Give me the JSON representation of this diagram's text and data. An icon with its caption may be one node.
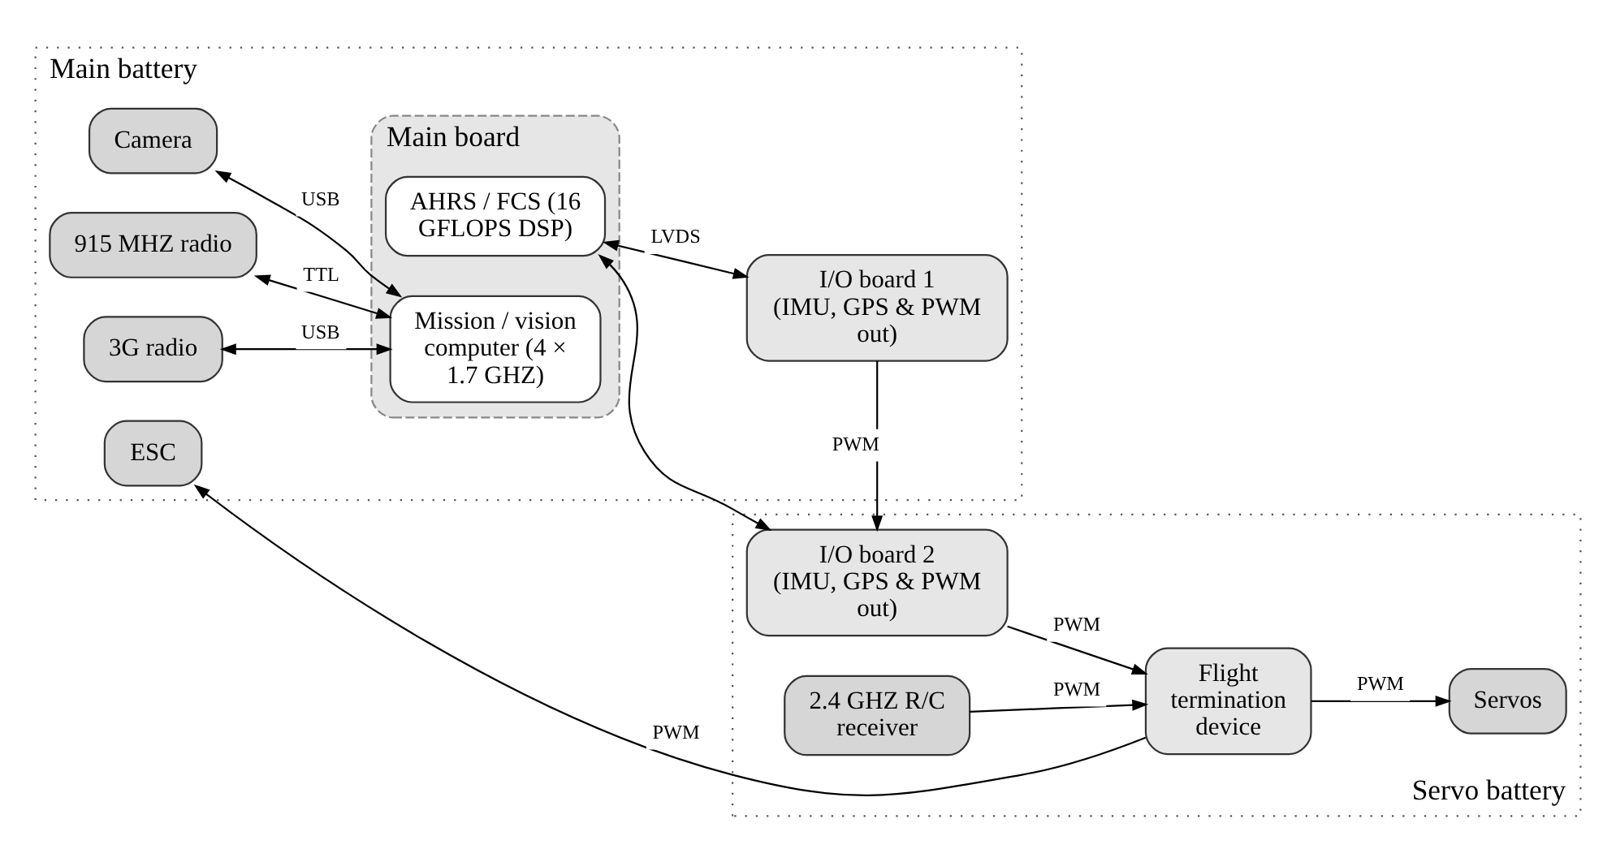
{
  "diagram": {
    "nodes": [
      {
        "text": [
          "Main battery"
        ]
      },
      {
        "text": [
          "Main board"
        ],
        "in": 0
      },
      {
        "text": [
          "AHRS / FCS (16 GFLOPS DSP)"
        ],
        "in": 1
      },
      {
        "text": [
          "Mission / vision computer (4 × 1.7 GHZ)"
        ],
        "in": 1
      },
      {
        "text": [
          "Camera"
        ],
        "in": 0
      },
      {
        "text": [
          "915 MHZ radio"
        ],
        "in": 0
      },
      {
        "text": [
          "3G radio"
        ],
        "in": 0
      },
      {
        "text": [
          "I/O board 1 (IMU, GPS & PWM out)"
        ],
        "in": 0
      },
      {
        "text": [
          "ESC"
        ],
        "in": 0
      },
      {
        "text": [
          "Servo battery"
        ]
      },
      {
        "text": [
          "I/O board 2 (IMU, GPS & PWM out)"
        ],
        "in": 9
      },
      {
        "text": [
          "Servos"
        ],
        "in": 9
      },
      {
        "text": [
          "Flight termination device"
        ],
        "in": 9
      },
      {
        "text": [
          "2.4 GHZ R/C receiver"
        ],
        "in": 9
      }
    ],
    "edges": [
      {
        "from": 2,
        "to": 7,
        "arrow": "both",
        "label": "LVDS"
      },
      {
        "from": 2,
        "to": 10,
        "arrow": "both"
      },
      {
        "from": 4,
        "to": 3,
        "arrow": "both",
        "label": "USB"
      },
      {
        "from": 5,
        "to": 3,
        "arrow": "both",
        "label": "TTL"
      },
      {
        "from": 6,
        "to": 3,
        "arrow": "both",
        "label": "USB"
      },
      {
        "from": 7,
        "to": 10,
        "arrow": "to",
        "label": "PWM"
      },
      {
        "from": 10,
        "to": 12,
        "arrow": "to",
        "label": "PWM"
      },
      {
        "from": 12,
        "to": 11,
        "arrow": "to",
        "label": "PWM"
      },
      {
        "from": 12,
        "to": 8,
        "arrow": "to",
        "label": "PWM"
      },
      {
        "from": 13,
        "to": 12,
        "arrow": "to",
        "label": "PWM"
      }
    ]
  }
}
